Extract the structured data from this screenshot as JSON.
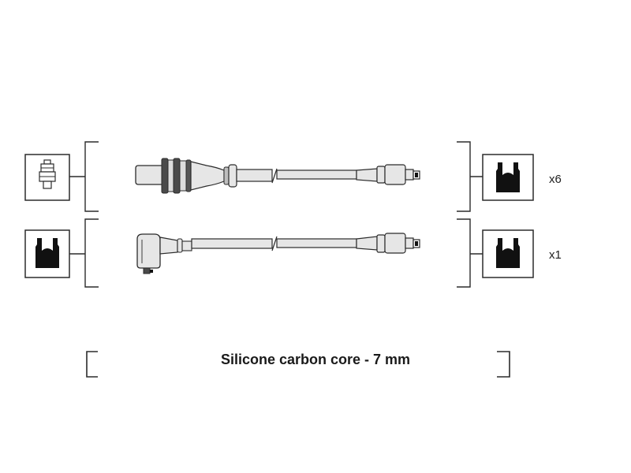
{
  "rows": [
    {
      "quantity": "x6",
      "left_terminal": "straight-spark-plug-boot",
      "right_terminal": "coil-socket-terminal"
    },
    {
      "quantity": "x1",
      "left_terminal": "coil-socket-terminal",
      "right_terminal": "coil-socket-terminal"
    }
  ],
  "caption": "Silicone carbon core - 7 mm",
  "colors": {
    "line": "#2b2b2b",
    "fill_light": "#e6e6e6",
    "fill_mid": "#bdbdbd",
    "fill_dark": "#4a4a4a",
    "black": "#111111"
  }
}
